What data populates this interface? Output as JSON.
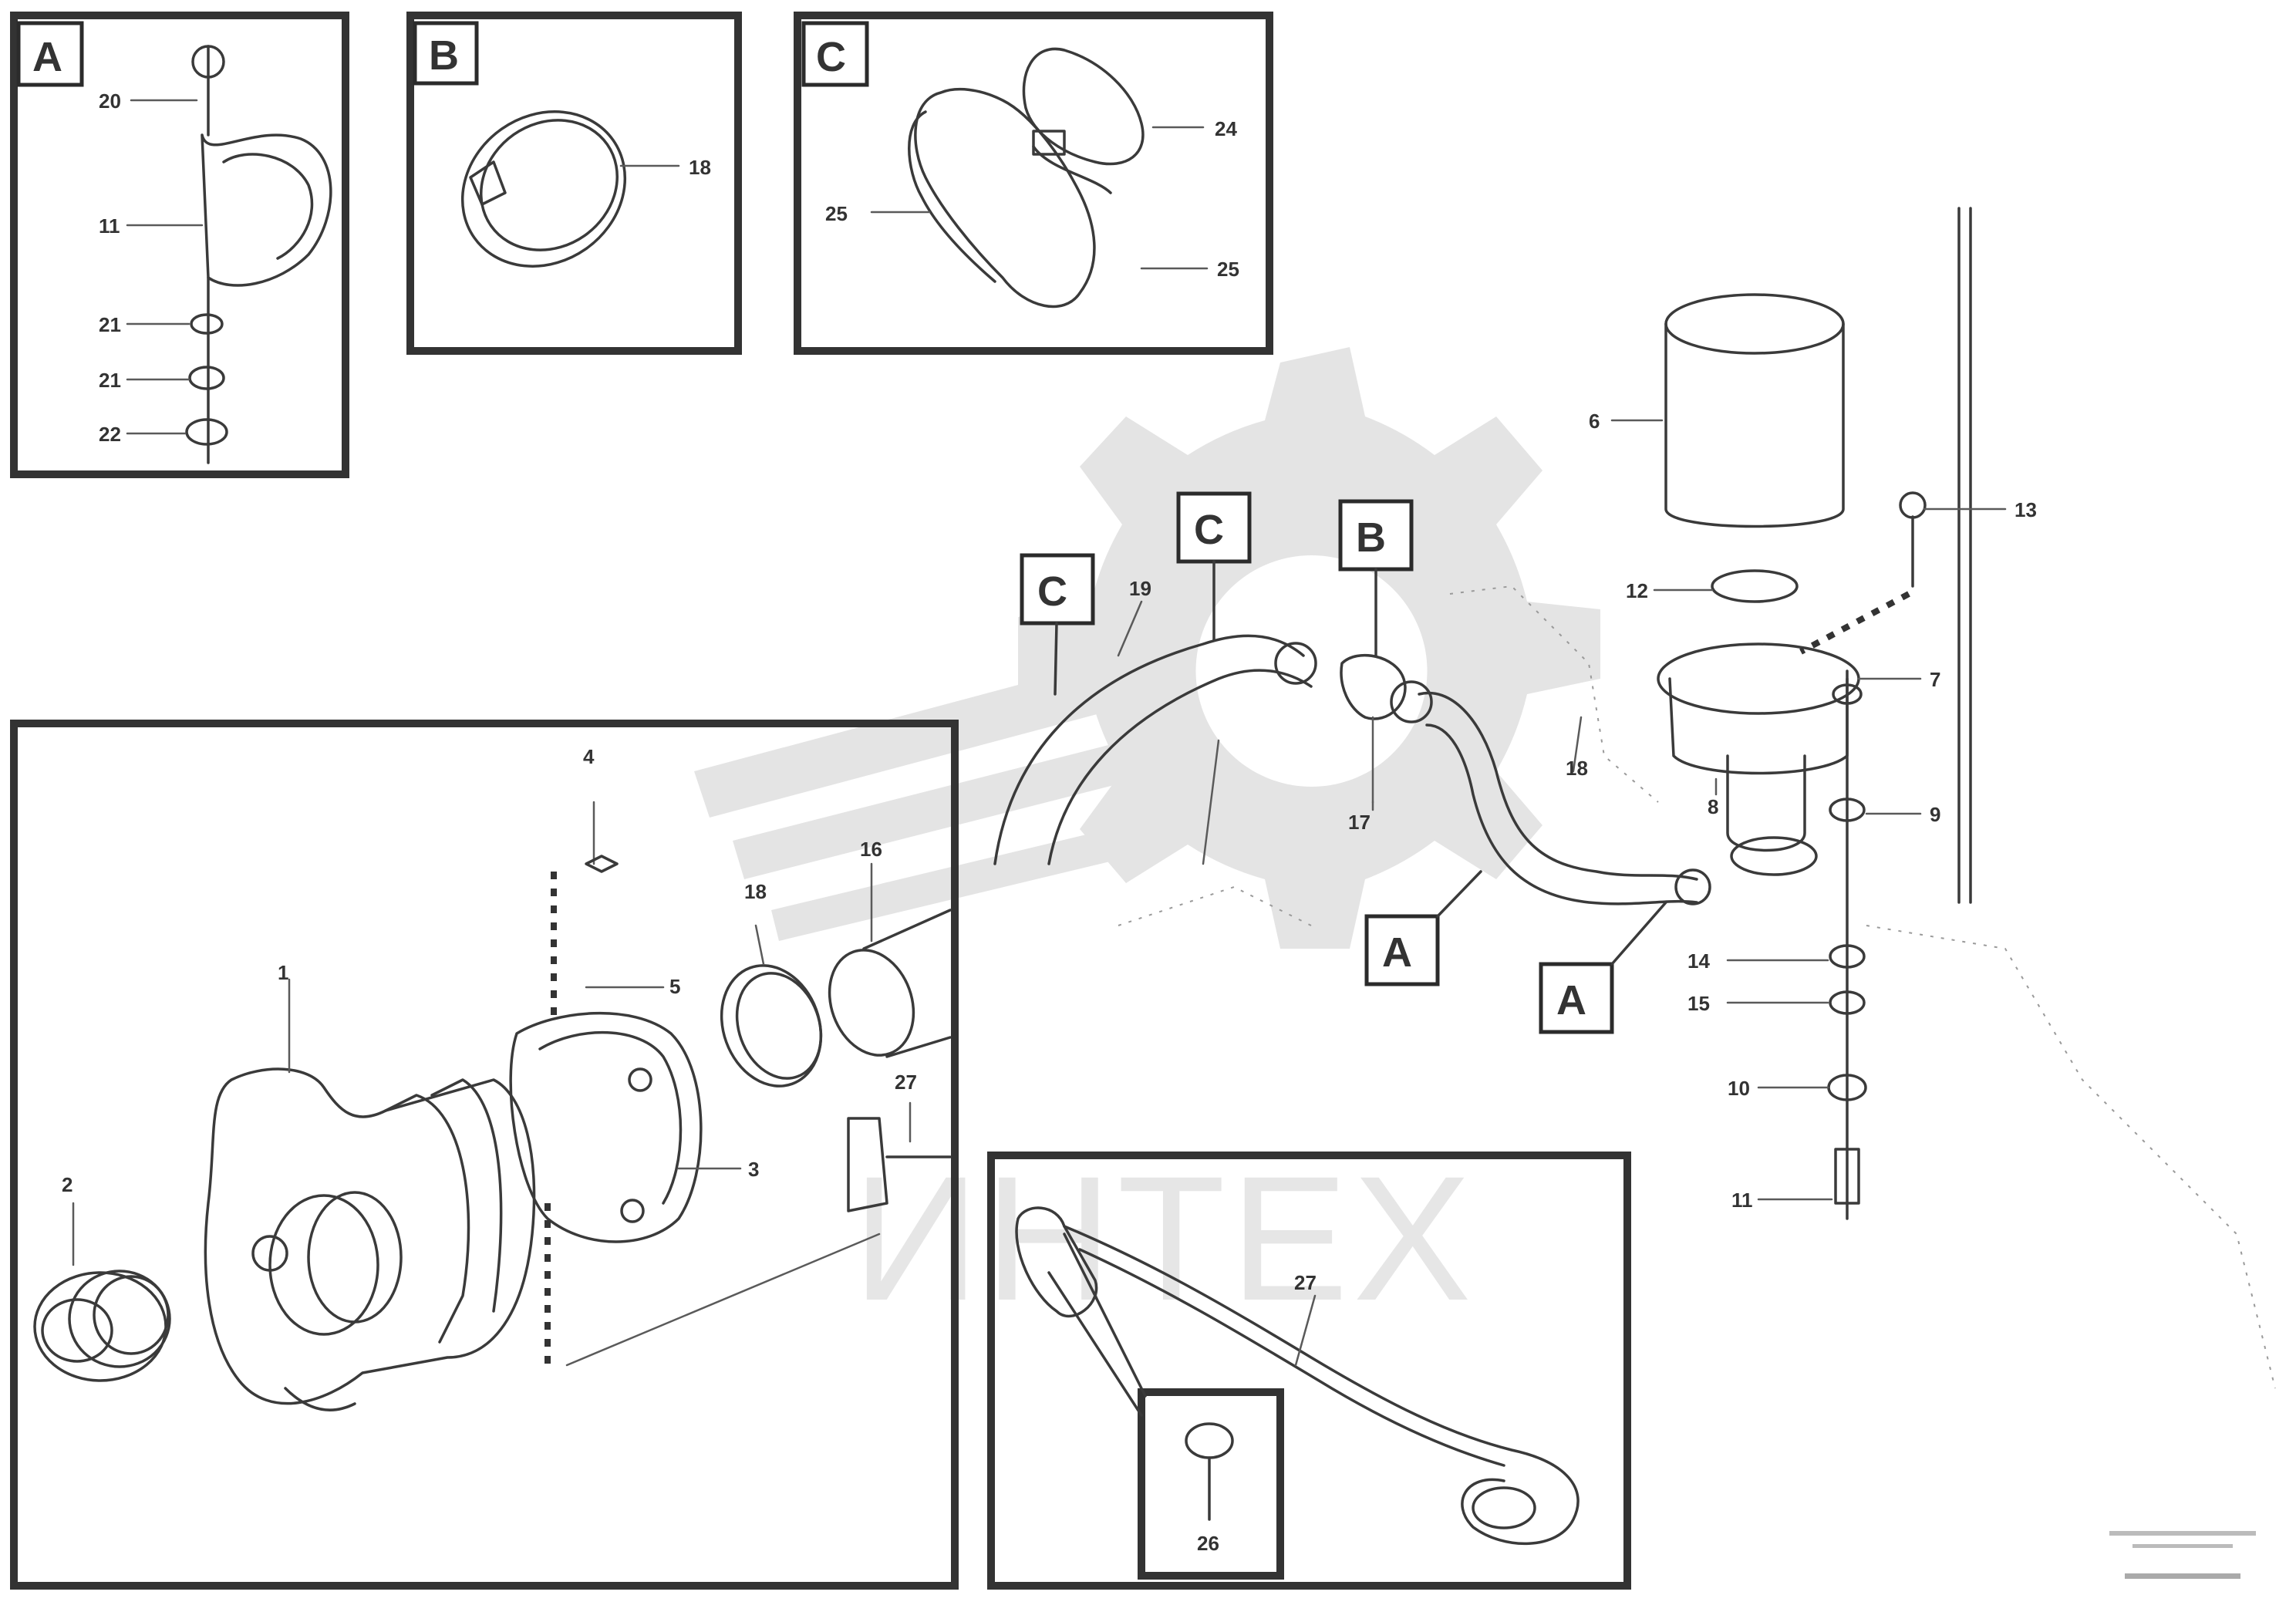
{
  "insets": {
    "A": {
      "letter": "A",
      "callouts": [
        "20",
        "11",
        "21",
        "21",
        "22"
      ]
    },
    "B": {
      "letter": "B",
      "callouts": [
        "18"
      ]
    },
    "C": {
      "letter": "C",
      "callouts": [
        "24",
        "25",
        "25"
      ]
    },
    "detail": {
      "letter": "",
      "callouts": [
        "26",
        "27"
      ]
    }
  },
  "main_assembly": {
    "tags": [
      "C",
      "C",
      "B",
      "A",
      "A"
    ],
    "callouts": [
      "6",
      "12",
      "13",
      "7",
      "8",
      "9",
      "14",
      "15",
      "10",
      "11",
      "19",
      "17",
      "18"
    ]
  },
  "alternator_panel": {
    "callouts": [
      "4",
      "5",
      "3",
      "2",
      "1",
      "16",
      "18",
      "27"
    ]
  },
  "watermark": {
    "text": "ИНТЕХ"
  },
  "reference": {
    "line1": "",
    "line2": ""
  }
}
